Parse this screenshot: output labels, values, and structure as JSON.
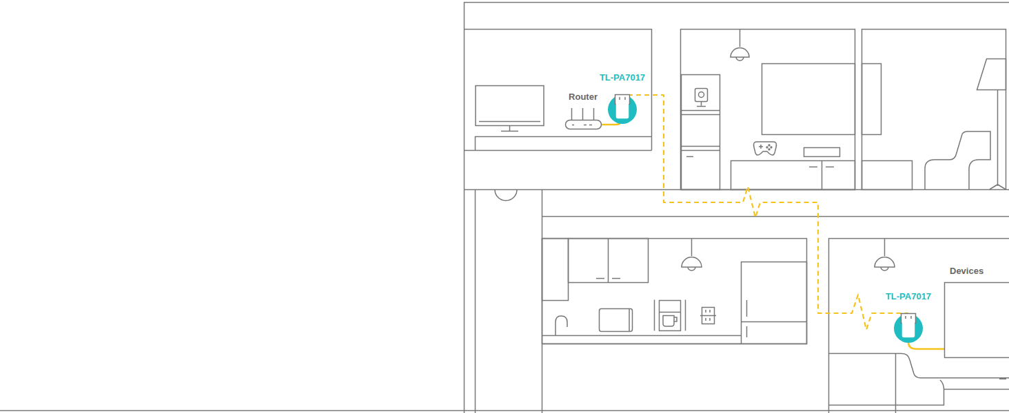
{
  "diagram": {
    "nodes": [
      {
        "text": [
          "TL-PA7017"
        ]
      },
      {
        "text": [
          "Router"
        ]
      },
      {
        "text": [
          "Devices"
        ]
      },
      {
        "text": [
          "TL-PA7017"
        ]
      }
    ],
    "edges": [
      {
        "from": 1,
        "to": 0,
        "arrow": "none"
      },
      {
        "from": 0,
        "to": 3,
        "arrow": "none"
      },
      {
        "from": 3,
        "to": 2,
        "arrow": "none"
      }
    ]
  }
}
